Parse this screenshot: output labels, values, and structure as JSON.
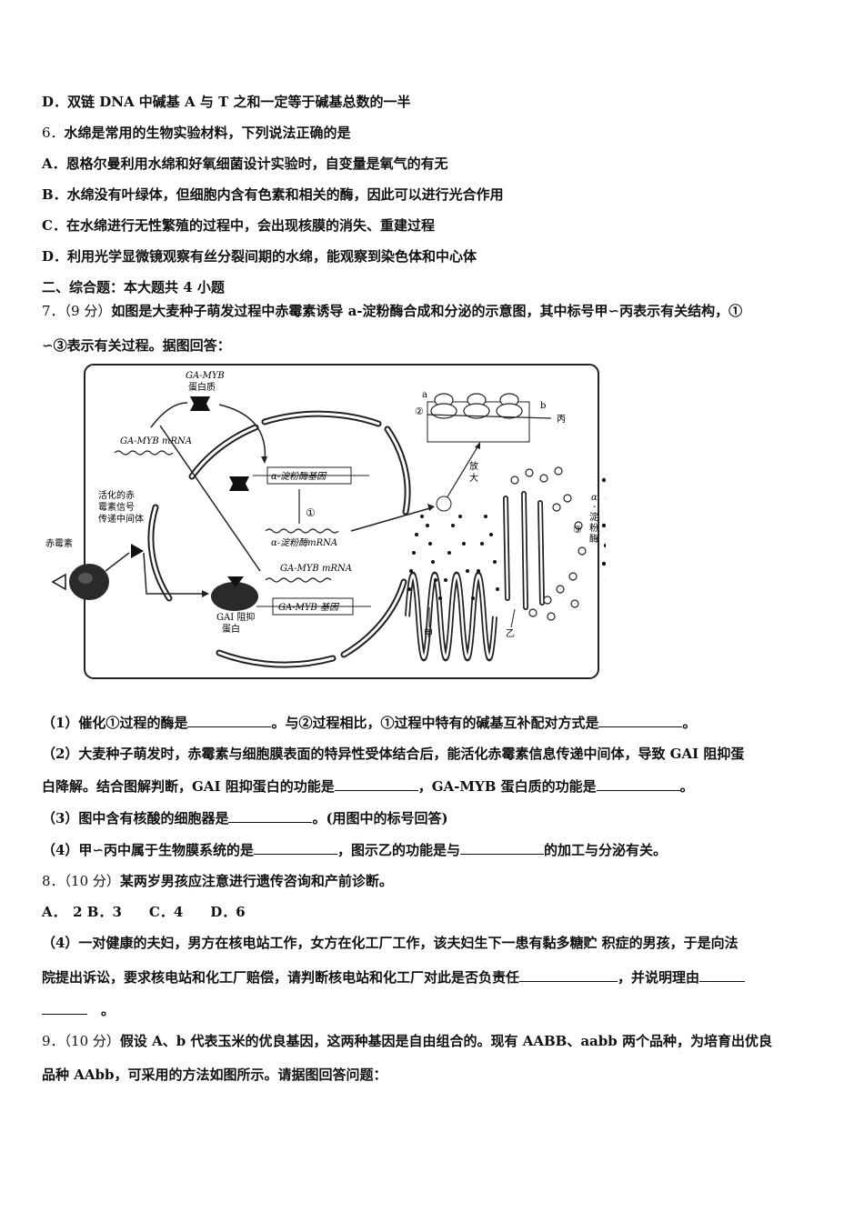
{
  "lines": {
    "l1": "D．双链 DNA 中碱基 A 与 T 之和一定等于碱基总数的一半",
    "q6_num": "6．",
    "q6": "水绵是常用的生物实验材料，下列说法正确的是",
    "q6a": "A．恩格尔曼利用水绵和好氧细菌设计实验时，自变量是氧气的有无",
    "q6b": "B．水绵没有叶绿体，但细胞内含有色素和相关的酶，因此可以进行光合作用",
    "q6c": "C．在水绵进行无性繁殖的过程中，会出现核膜的消失、重建过程",
    "q6d": "D．利用光学显微镜观察有丝分裂间期的水绵，能观察到染色体和中心体",
    "sec2": "二、综合题：本大题共 4 小题",
    "q7_num": "7．（9 分）",
    "q7a": "如图是大麦种子萌发过程中赤霉素诱导 a-淀粉酶合成和分泌的示意图，其中标号甲∽丙表示有关结构，①",
    "q7b": "∽③表示有关过程。据图回答：",
    "q7_1a": "（1）催化①过程的酶是",
    "q7_1b": "。与②过程相比，①过程中特有的碱基互补配对方式是",
    "q7_1c": "。",
    "q7_2a": "（2）大麦种子萌发时，赤霉素与细胞膜表面的特异性受体结合后，能活化赤霉素信息传递中间体，导致 GAI 阻抑蛋",
    "q7_2b": "白降解。结合图解判断，GAI 阻抑蛋白的功能是",
    "q7_2c": "，GA-MYB 蛋白质的功能是",
    "q7_2d": "。",
    "q7_3a": "（3）图中含有核酸的细胞器是",
    "q7_3b": "。(用图中的标号回答)",
    "q7_4a": "（4）甲∽丙中属于生物膜系统的是",
    "q7_4b": "，图示乙的功能是与",
    "q7_4c": "的加工与分泌有关。",
    "q8_num": "8．（10 分）",
    "q8": "某两岁男孩应注意进行遗传咨询和产前诊断。",
    "q8opts": "A．　2  B．3　　C．4　　D．6",
    "q8_4a": "（4）一对健康的夫妇，男方在核电站工作，女方在化工厂工作，该夫妇生下一患有黏多糖贮 积症的男孩，于是向法",
    "q8_4b": "院提出诉讼，要求核电站和化工厂赔偿，请判断核电站和化工厂对此是否负责任",
    "q8_4c": "，并说明理由",
    "q8_4d": "。",
    "q9_num": "9．（10 分）",
    "q9a": "假设 A、b 代表玉米的优良基因，这两种基因是自由组合的。现有 AABB、aabb 两个品种，为培育出优良",
    "q9b": "品种 AAbb，可采用的方法如图所示。请据图回答问题："
  },
  "figure": {
    "ga_myb_protein_title": "GA-MYB",
    "ga_myb_protein_sub": "蛋白质",
    "ga_myb_mrna_top": "GA-MYB mRNA",
    "activated_1": "活化的赤",
    "activated_2": "霉素信号",
    "activated_3": "传递中间体",
    "gibberellin": "赤霉素",
    "amylase_gene": "α-淀粉酶基因",
    "step1": "①",
    "amylase_mrna": "α-淀粉酶mRNA",
    "ga_myb_mrna_low": "GA-MYB mRNA",
    "ga_myb_gene": "GA-MYB 基因",
    "gai_1": "GAI 阻抑",
    "gai_2": "蛋白",
    "label_a": "a",
    "label_b": "b",
    "step2": "②",
    "label_bing": "丙",
    "enlarge_1": "放",
    "enlarge_2": "大",
    "step3": "③",
    "enzyme_1": "α",
    "enzyme_2": "-",
    "enzyme_3": "淀",
    "enzyme_4": "粉",
    "enzyme_5": "酶",
    "label_jia": "甲",
    "label_yi": "乙"
  }
}
